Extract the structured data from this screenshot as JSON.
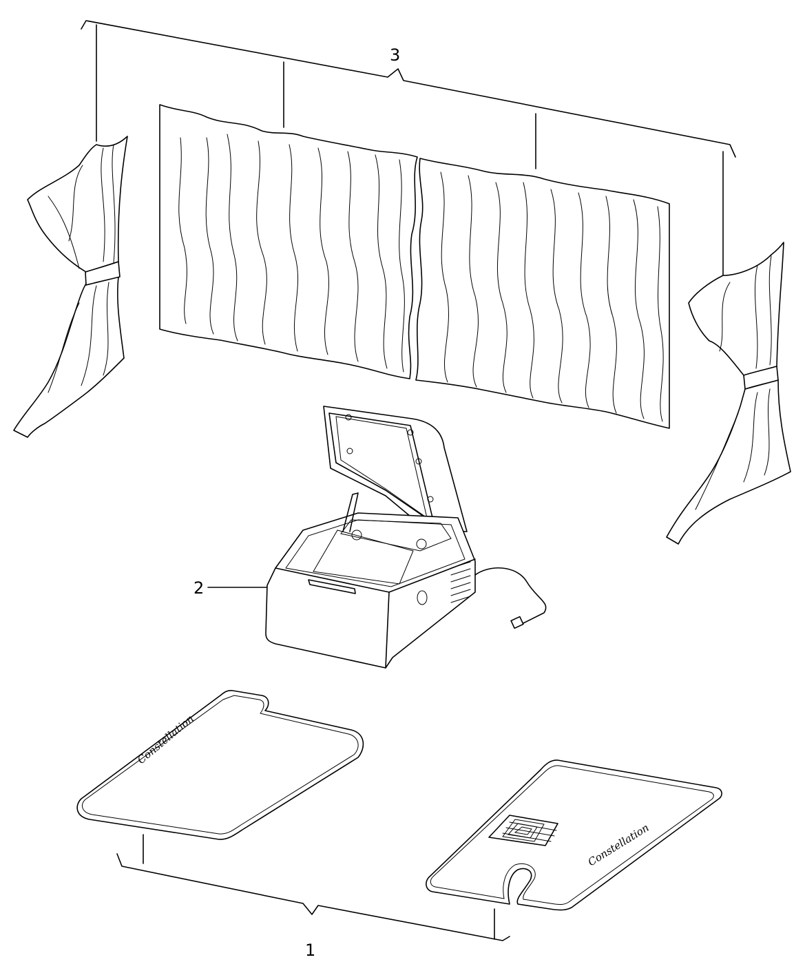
{
  "callouts": {
    "mats": "1",
    "coolbox": "2",
    "curtains": "3"
  },
  "mat_branding": {
    "left": "Constellation",
    "right": "Constellation"
  }
}
